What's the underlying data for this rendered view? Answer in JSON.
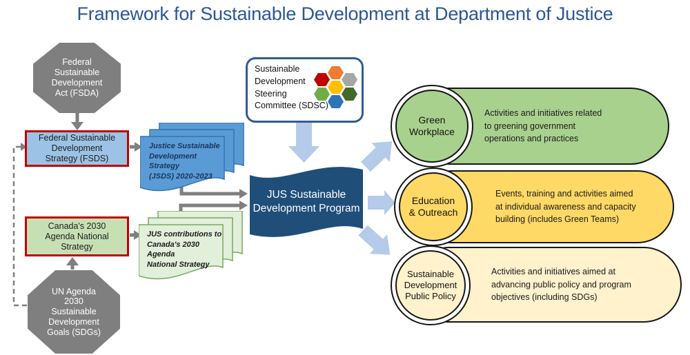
{
  "title": {
    "text": "Framework for Sustainable Development at Department of Justice",
    "color": "#2B5597"
  },
  "sources": {
    "fsda": {
      "label": "Federal\nSustainable\nDevelopment\nAct (FSDA)"
    },
    "fsds": {
      "label": "Federal Sustainable\nDevelopment\nStrategy (FSDS)"
    },
    "canada2030": {
      "label": "Canada's 2030\nAgenda National\nStrategy"
    },
    "sdgs": {
      "label": "UN Agenda\n2030\nSustainable\nDevelopment\nGoals (SDGs)"
    }
  },
  "documents": {
    "jsds": {
      "label": "Justice Sustainable\nDevelopment Strategy\n(JSDS) 2020-2023"
    },
    "contributions": {
      "label": "JUS contributions to\nCanada's 2030 Agenda\nNational Strategy"
    }
  },
  "committee": {
    "label": "Sustainable\nDevelopment\nSteering\nCommittee (SDSC)",
    "hexagons": [
      {
        "name": "red-hexagon",
        "color": "#C00000"
      },
      {
        "name": "orange-hexagon",
        "color": "#ED7D31"
      },
      {
        "name": "gray-hexagon",
        "color": "#A6A6A6"
      },
      {
        "name": "yellow-hexagon",
        "color": "#FFC000"
      },
      {
        "name": "green-hexagon",
        "color": "#70AD47"
      },
      {
        "name": "dark-green-hexagon",
        "color": "#44682A"
      },
      {
        "name": "blue-hexagon",
        "color": "#2E75B6"
      }
    ]
  },
  "program": {
    "label": "JUS Sustainable\nDevelopment Program",
    "fill": "#1F4E79"
  },
  "streams": [
    {
      "name": "Green\nWorkplace",
      "description": "Activities and initiatives related\nto greening government\noperations and practices",
      "fill": "#A9D18E"
    },
    {
      "name": "Education\n& Outreach",
      "description": "Events, training and activities aimed\nat individual awareness and capacity\nbuilding (includes Green Teams)",
      "fill": "#FFD966"
    },
    {
      "name": "Sustainable\nDevelopment\nPublic Policy",
      "description": "Activities and initiatives aimed at\nadvancing public policy and program\nobjectives (including SDGs)",
      "fill": "#FFF2CC"
    }
  ],
  "colors": {
    "red_border": "#C00000",
    "fsds_fill": "#9CC3E5",
    "canada_fill": "#C6E0B4",
    "octagon_gray": "#7F7F7F",
    "connector_gray": "#7F7F7F",
    "soft_arrow_blue": "#B4CBE9",
    "doc_blue_fill": "#5B9BD5",
    "doc_blue_border": "#2E74B5",
    "doc_green_fill": "#E2EFDA",
    "doc_green_border": "#76A860",
    "committee_border": "#2E5D8E",
    "banner_fill": "#1F4E79"
  }
}
